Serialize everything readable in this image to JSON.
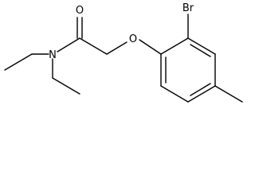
{
  "molecule": {
    "atoms": {
      "oxygen_carbonyl": "O",
      "nitrogen": "N",
      "oxygen_ether": "O",
      "bromine": "Br"
    },
    "colors": {
      "bond": "#000000",
      "label": "#000000",
      "background": "#ffffff"
    }
  }
}
